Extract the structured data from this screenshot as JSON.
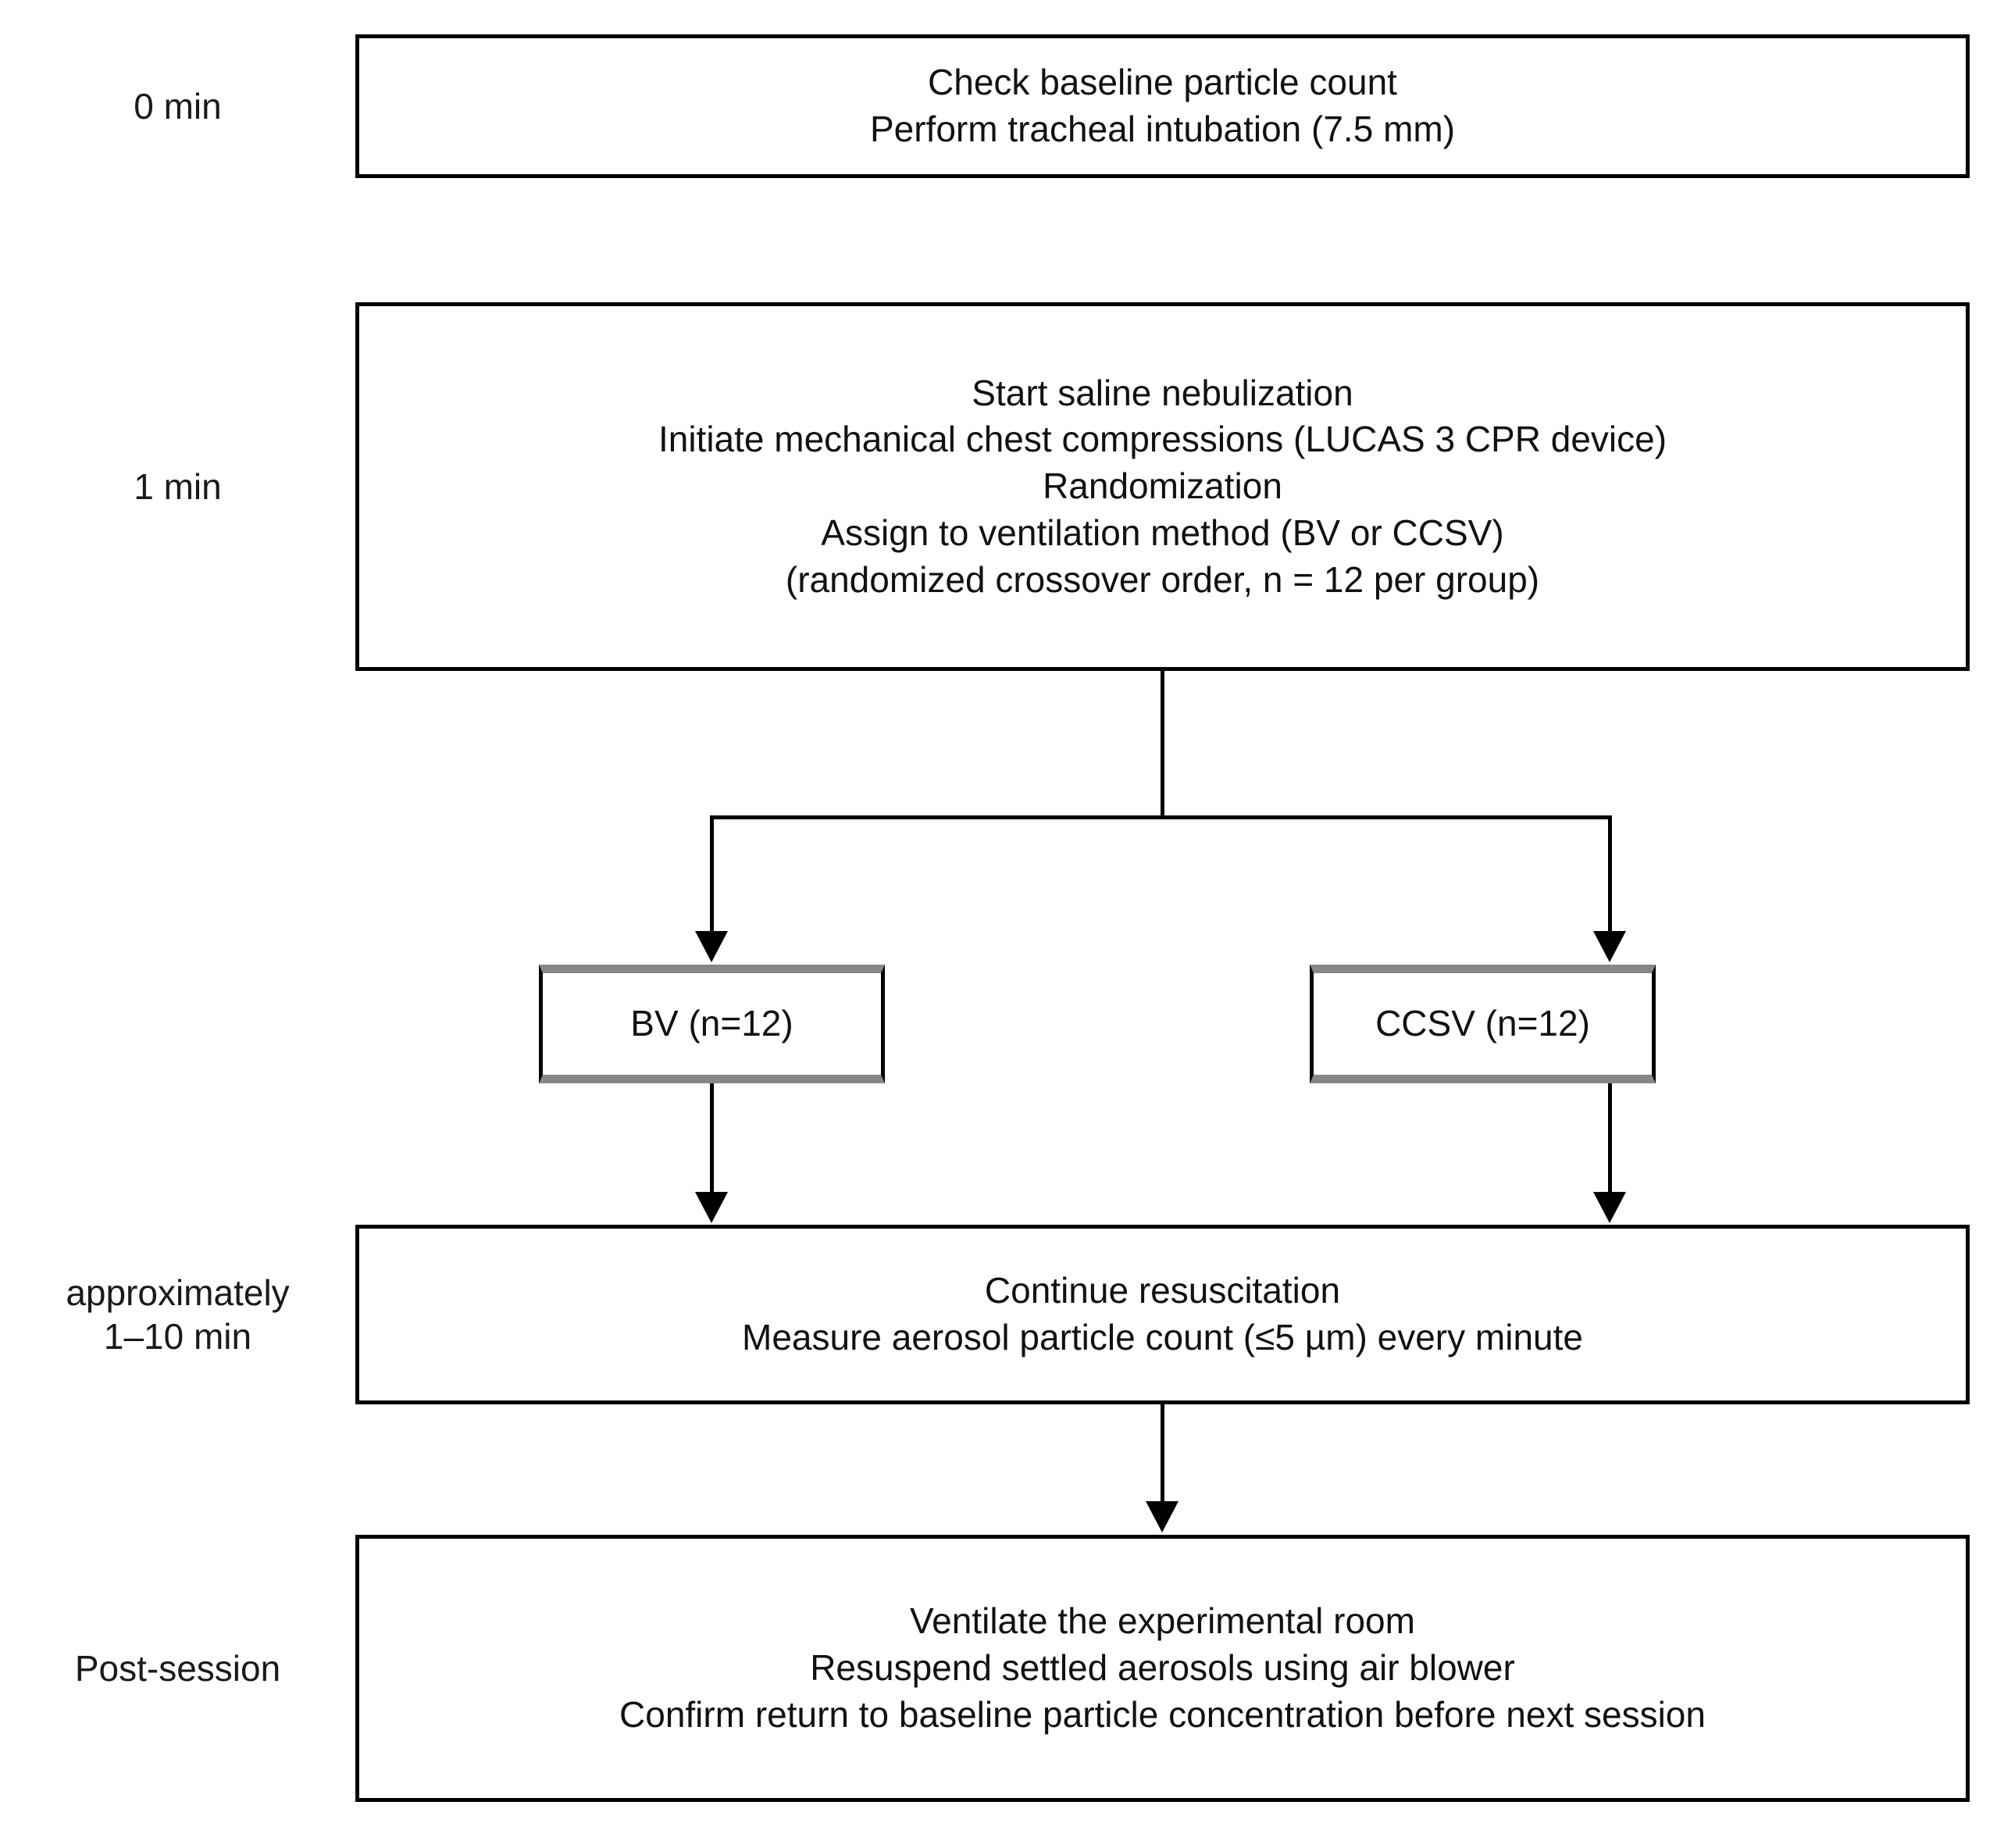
{
  "figure": {
    "type": "flowchart",
    "title": "Experimental protocol timeline flowchart",
    "colors": {
      "line": "#000000",
      "arm_box_rule": "#878787",
      "background": "#ffffff",
      "text": "#111111"
    }
  },
  "stages": [
    {
      "id": "stage-0min",
      "label": "0 min"
    },
    {
      "id": "stage-1min",
      "label": "1 min"
    },
    {
      "id": "stage-1-10min",
      "label": "approximately\n1–10 min"
    },
    {
      "id": "stage-post-session",
      "label": "Post-session"
    }
  ],
  "boxes": {
    "baseline": {
      "lines": [
        "Check baseline particle count",
        "Perform tracheal intubation (7.5 mm)"
      ],
      "text": "Check baseline particle count\nPerform tracheal intubation (7.5 mm)"
    },
    "randomization": {
      "lines": [
        "Start saline nebulization",
        "Initiate mechanical chest compressions (LUCAS 3 CPR device)",
        "Randomization",
        "Assign to ventilation method (BV or CCSV)",
        "(randomized crossover order, n = 12 per group)"
      ],
      "text": "Start saline nebulization\nInitiate mechanical chest compressions (LUCAS 3 CPR device)\nRandomization\nAssign to ventilation method (BV or CCSV)\n(randomized crossover order, n = 12 per group)"
    },
    "arm_bv": {
      "label": "BV (n=12)",
      "group": "BV",
      "n": 12
    },
    "arm_ccsv": {
      "label": "CCSV (n=12)",
      "group": "CCSV",
      "n": 12
    },
    "measurement": {
      "lines": [
        "Continue resuscitation",
        "Measure aerosol particle count (≤5 µm) every minute"
      ],
      "text": "Continue resuscitation\nMeasure aerosol particle count (≤5 µm) every minute"
    },
    "post_session": {
      "lines": [
        "Ventilate the experimental room",
        "Resuspend settled aerosols using air blower",
        "Confirm return to baseline particle concentration before next session"
      ],
      "text": "Ventilate the experimental room\nResuspend settled aerosols using air blower\nConfirm return to baseline particle concentration before next session"
    }
  }
}
